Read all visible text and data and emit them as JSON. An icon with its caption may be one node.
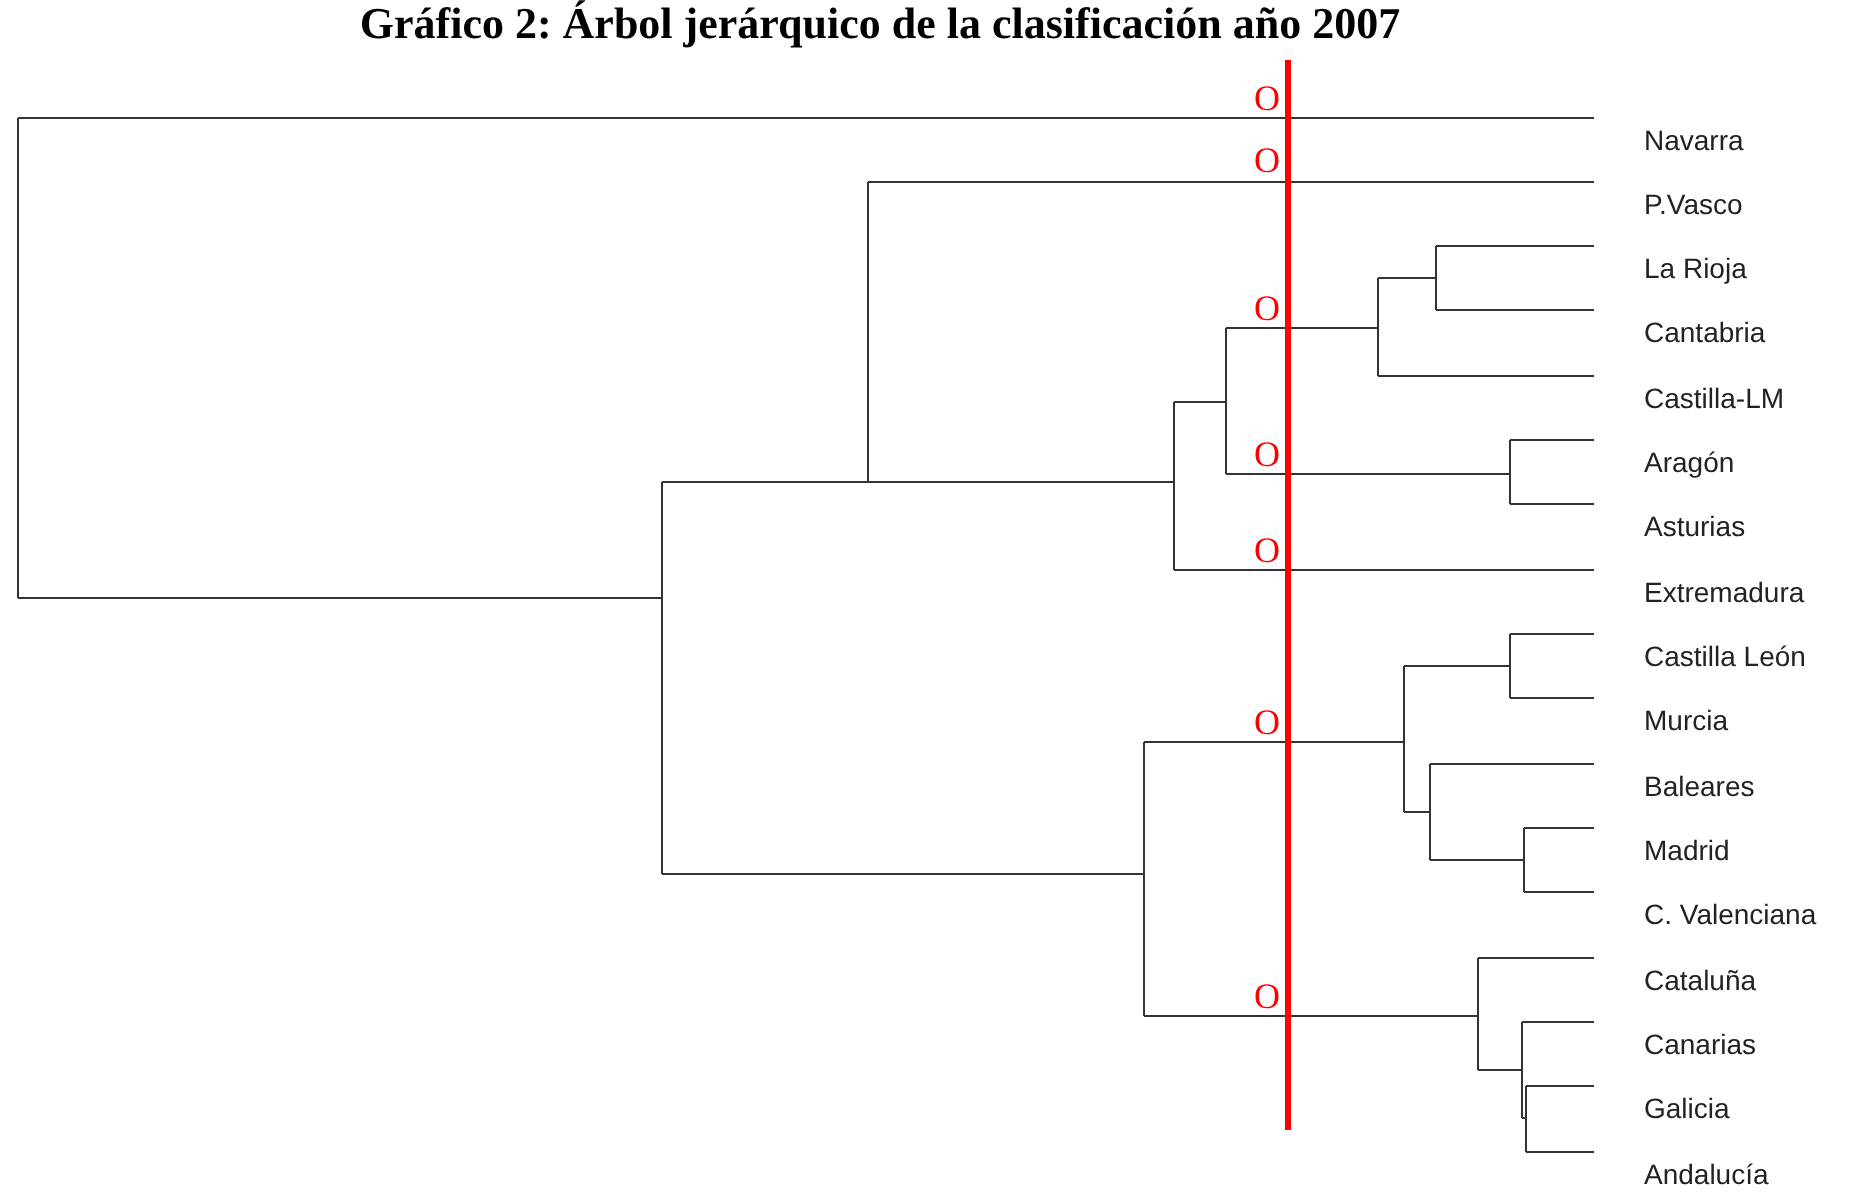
{
  "diagram": {
    "title": "Gráfico 2: Árbol jerárquico de la clasificación año 2007",
    "labels": [
      "Navarra",
      "P.Vasco",
      "La Rioja",
      "Cantabria",
      "Castilla-LM",
      "Aragón",
      "Asturias",
      "Extremadura",
      "Castilla León",
      "Murcia",
      "Baleares",
      "Madrid",
      "C. Valenciana",
      "Cataluña",
      "Canarias",
      "Galicia",
      "Andalucía",
      "O",
      "O",
      "O",
      "O",
      "O",
      "O",
      "O"
    ]
  }
}
